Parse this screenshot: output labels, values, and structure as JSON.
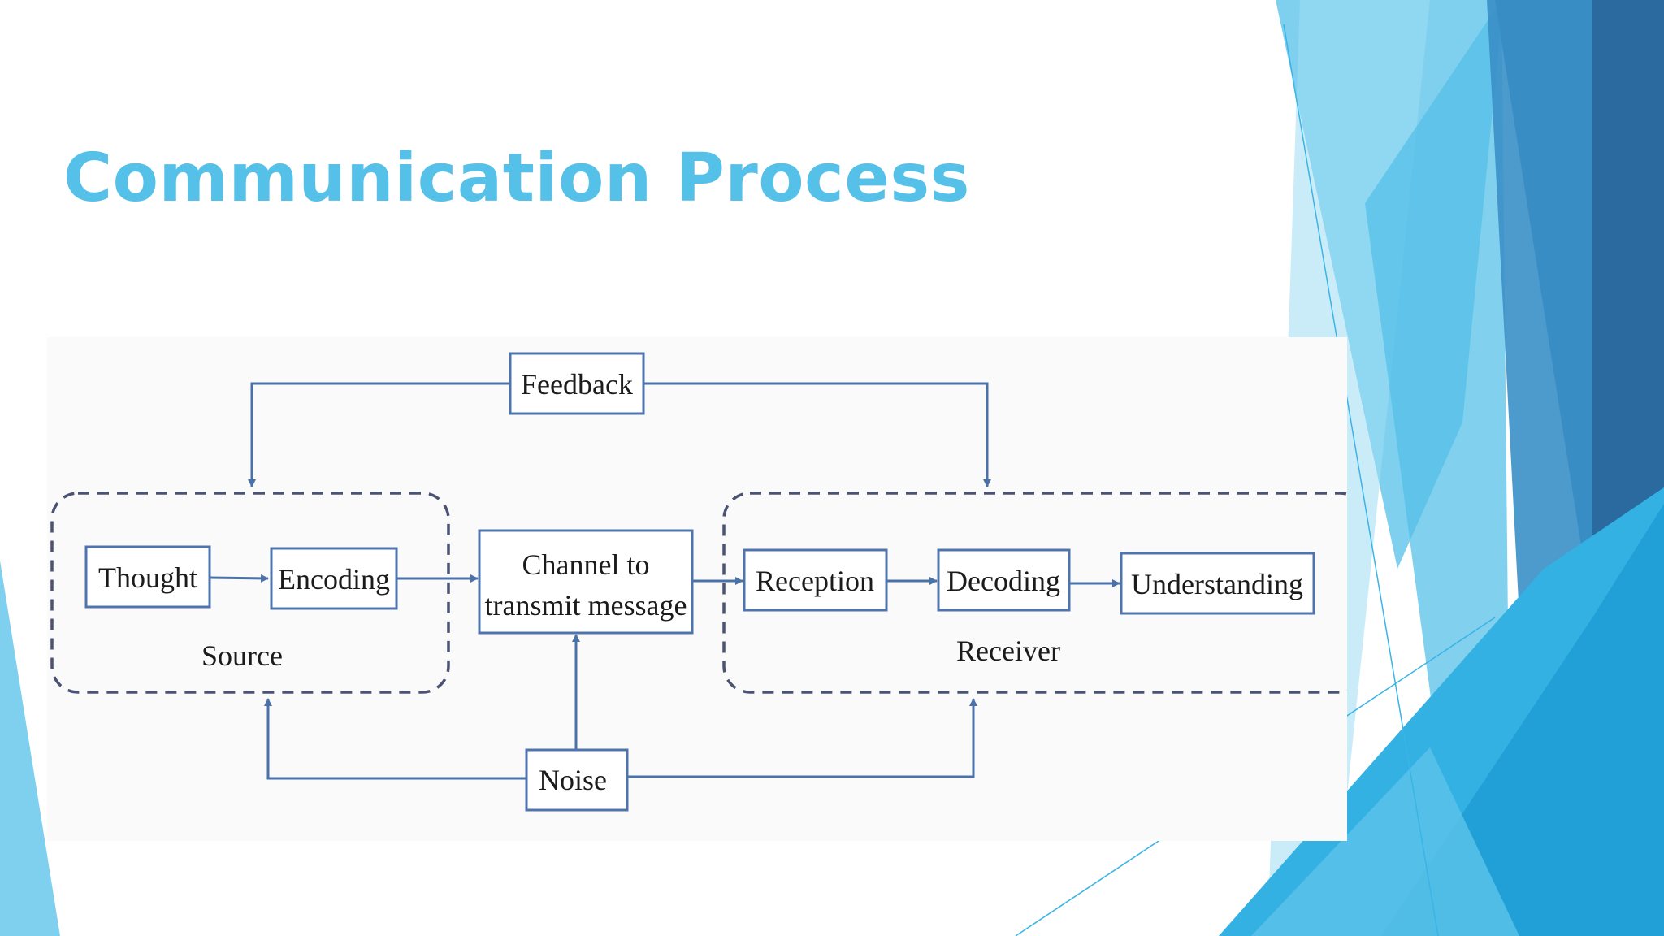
{
  "slide": {
    "title": "Communication Process"
  },
  "colors": {
    "title": "#55c0e8",
    "box_stroke": "#4f74ad",
    "dashed_group": "#4b5273",
    "arrow": "#4a72a8",
    "accent_light": "#7fd0ef",
    "accent_mid": "#33b1e3",
    "accent_dark": "#2b6a9f"
  },
  "diagram": {
    "nodes": {
      "feedback": "Feedback",
      "thought": "Thought",
      "encoding": "Encoding",
      "channel_line1": "Channel to",
      "channel_line2": "transmit message",
      "reception": "Reception",
      "decoding": "Decoding",
      "understanding": "Understanding",
      "noise": "Noise"
    },
    "groups": {
      "source": "Source",
      "receiver": "Receiver"
    },
    "edges": [
      {
        "from": "feedback",
        "to": "source"
      },
      {
        "from": "feedback",
        "to": "receiver"
      },
      {
        "from": "thought",
        "to": "encoding"
      },
      {
        "from": "encoding",
        "to": "channel"
      },
      {
        "from": "channel",
        "to": "reception"
      },
      {
        "from": "reception",
        "to": "decoding"
      },
      {
        "from": "decoding",
        "to": "understanding"
      },
      {
        "from": "noise",
        "to": "channel"
      },
      {
        "from": "noise",
        "to": "source"
      },
      {
        "from": "noise",
        "to": "receiver"
      }
    ]
  }
}
